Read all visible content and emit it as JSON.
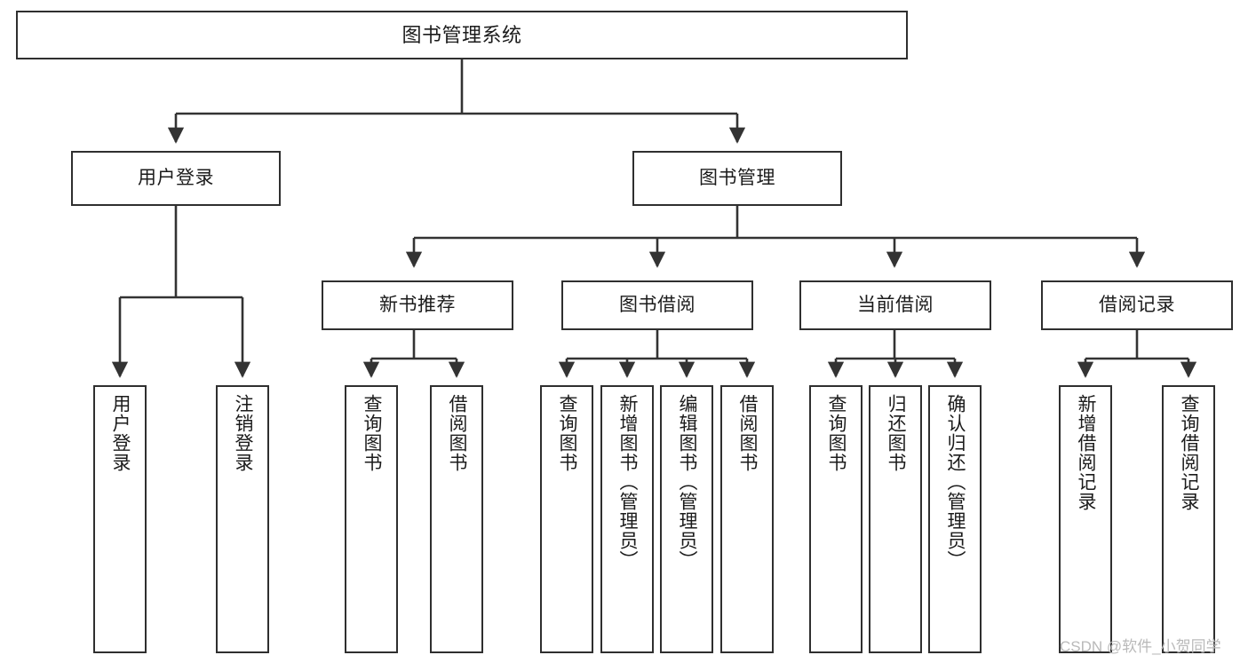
{
  "diagram": {
    "type": "tree",
    "title": "图书管理系统",
    "orientation": "top-down",
    "colors": {
      "box_border": "#2f2f2f",
      "box_fill": "#ffffff",
      "edge": "#333333",
      "text": "#1b1b1b",
      "watermark": "#b9b9b9",
      "background": "#ffffff"
    }
  },
  "root": {
    "label": "图书管理系统"
  },
  "level2": [
    {
      "label": "用户登录"
    },
    {
      "label": "图书管理"
    }
  ],
  "level3": [
    {
      "label": "新书推荐"
    },
    {
      "label": "图书借阅"
    },
    {
      "label": "当前借阅"
    },
    {
      "label": "借阅记录"
    }
  ],
  "leaves": {
    "user_login": [
      {
        "label": "用户登录"
      },
      {
        "label": "注销登录"
      }
    ],
    "new_book": [
      {
        "label": "查询图书"
      },
      {
        "label": "借阅图书"
      }
    ],
    "book_borrow": [
      {
        "label": "查询图书"
      },
      {
        "label": "新增图书（管理员）"
      },
      {
        "label": "编辑图书（管理员）"
      },
      {
        "label": "借阅图书"
      }
    ],
    "current_borrow": [
      {
        "label": "查询图书"
      },
      {
        "label": "归还图书"
      },
      {
        "label": "确认归还（管理员）"
      }
    ],
    "borrow_record": [
      {
        "label": "新增借阅记录"
      },
      {
        "label": "查询借阅记录"
      }
    ]
  },
  "watermark": {
    "text": "CSDN @软件_小贺同学"
  }
}
